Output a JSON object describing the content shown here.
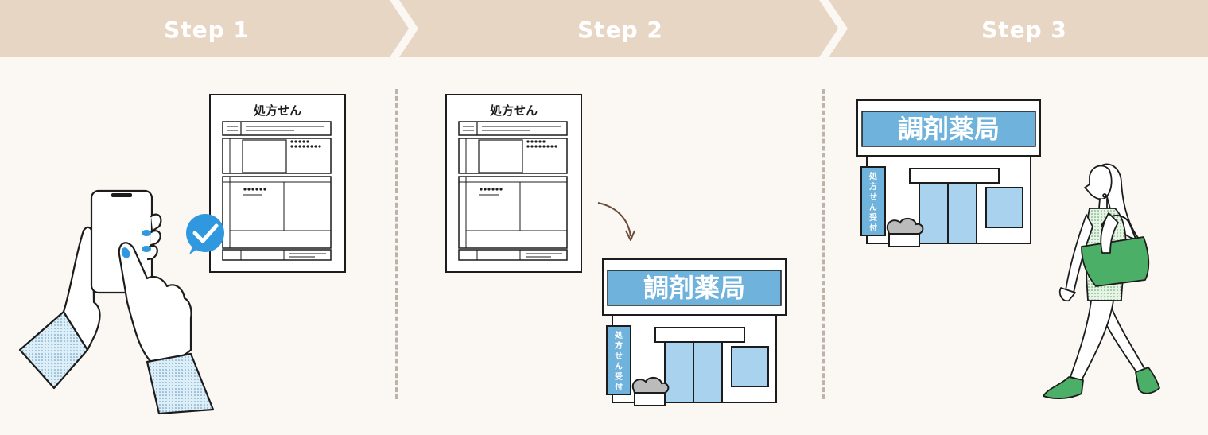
{
  "colors": {
    "header_bg": "#e7d6c4",
    "page_bg": "#fbf7f3",
    "pharmacy_blue": "#6fb3dd",
    "check_blue": "#2f98df",
    "bag_green": "#4caf67",
    "ink": "#1c1c1c"
  },
  "steps": [
    {
      "label": "Step 1"
    },
    {
      "label": "Step 2"
    },
    {
      "label": "Step 3"
    }
  ],
  "prescription": {
    "title": "処方せん"
  },
  "pharmacy": {
    "sign": "調剤薬局",
    "banner": [
      "処",
      "方",
      "せ",
      "ん",
      "受",
      "付"
    ]
  },
  "icons": [
    "smartphone-icon",
    "check-icon",
    "prescription-icon",
    "pharmacy-icon",
    "woman-with-bag-icon",
    "arrow-icon"
  ]
}
